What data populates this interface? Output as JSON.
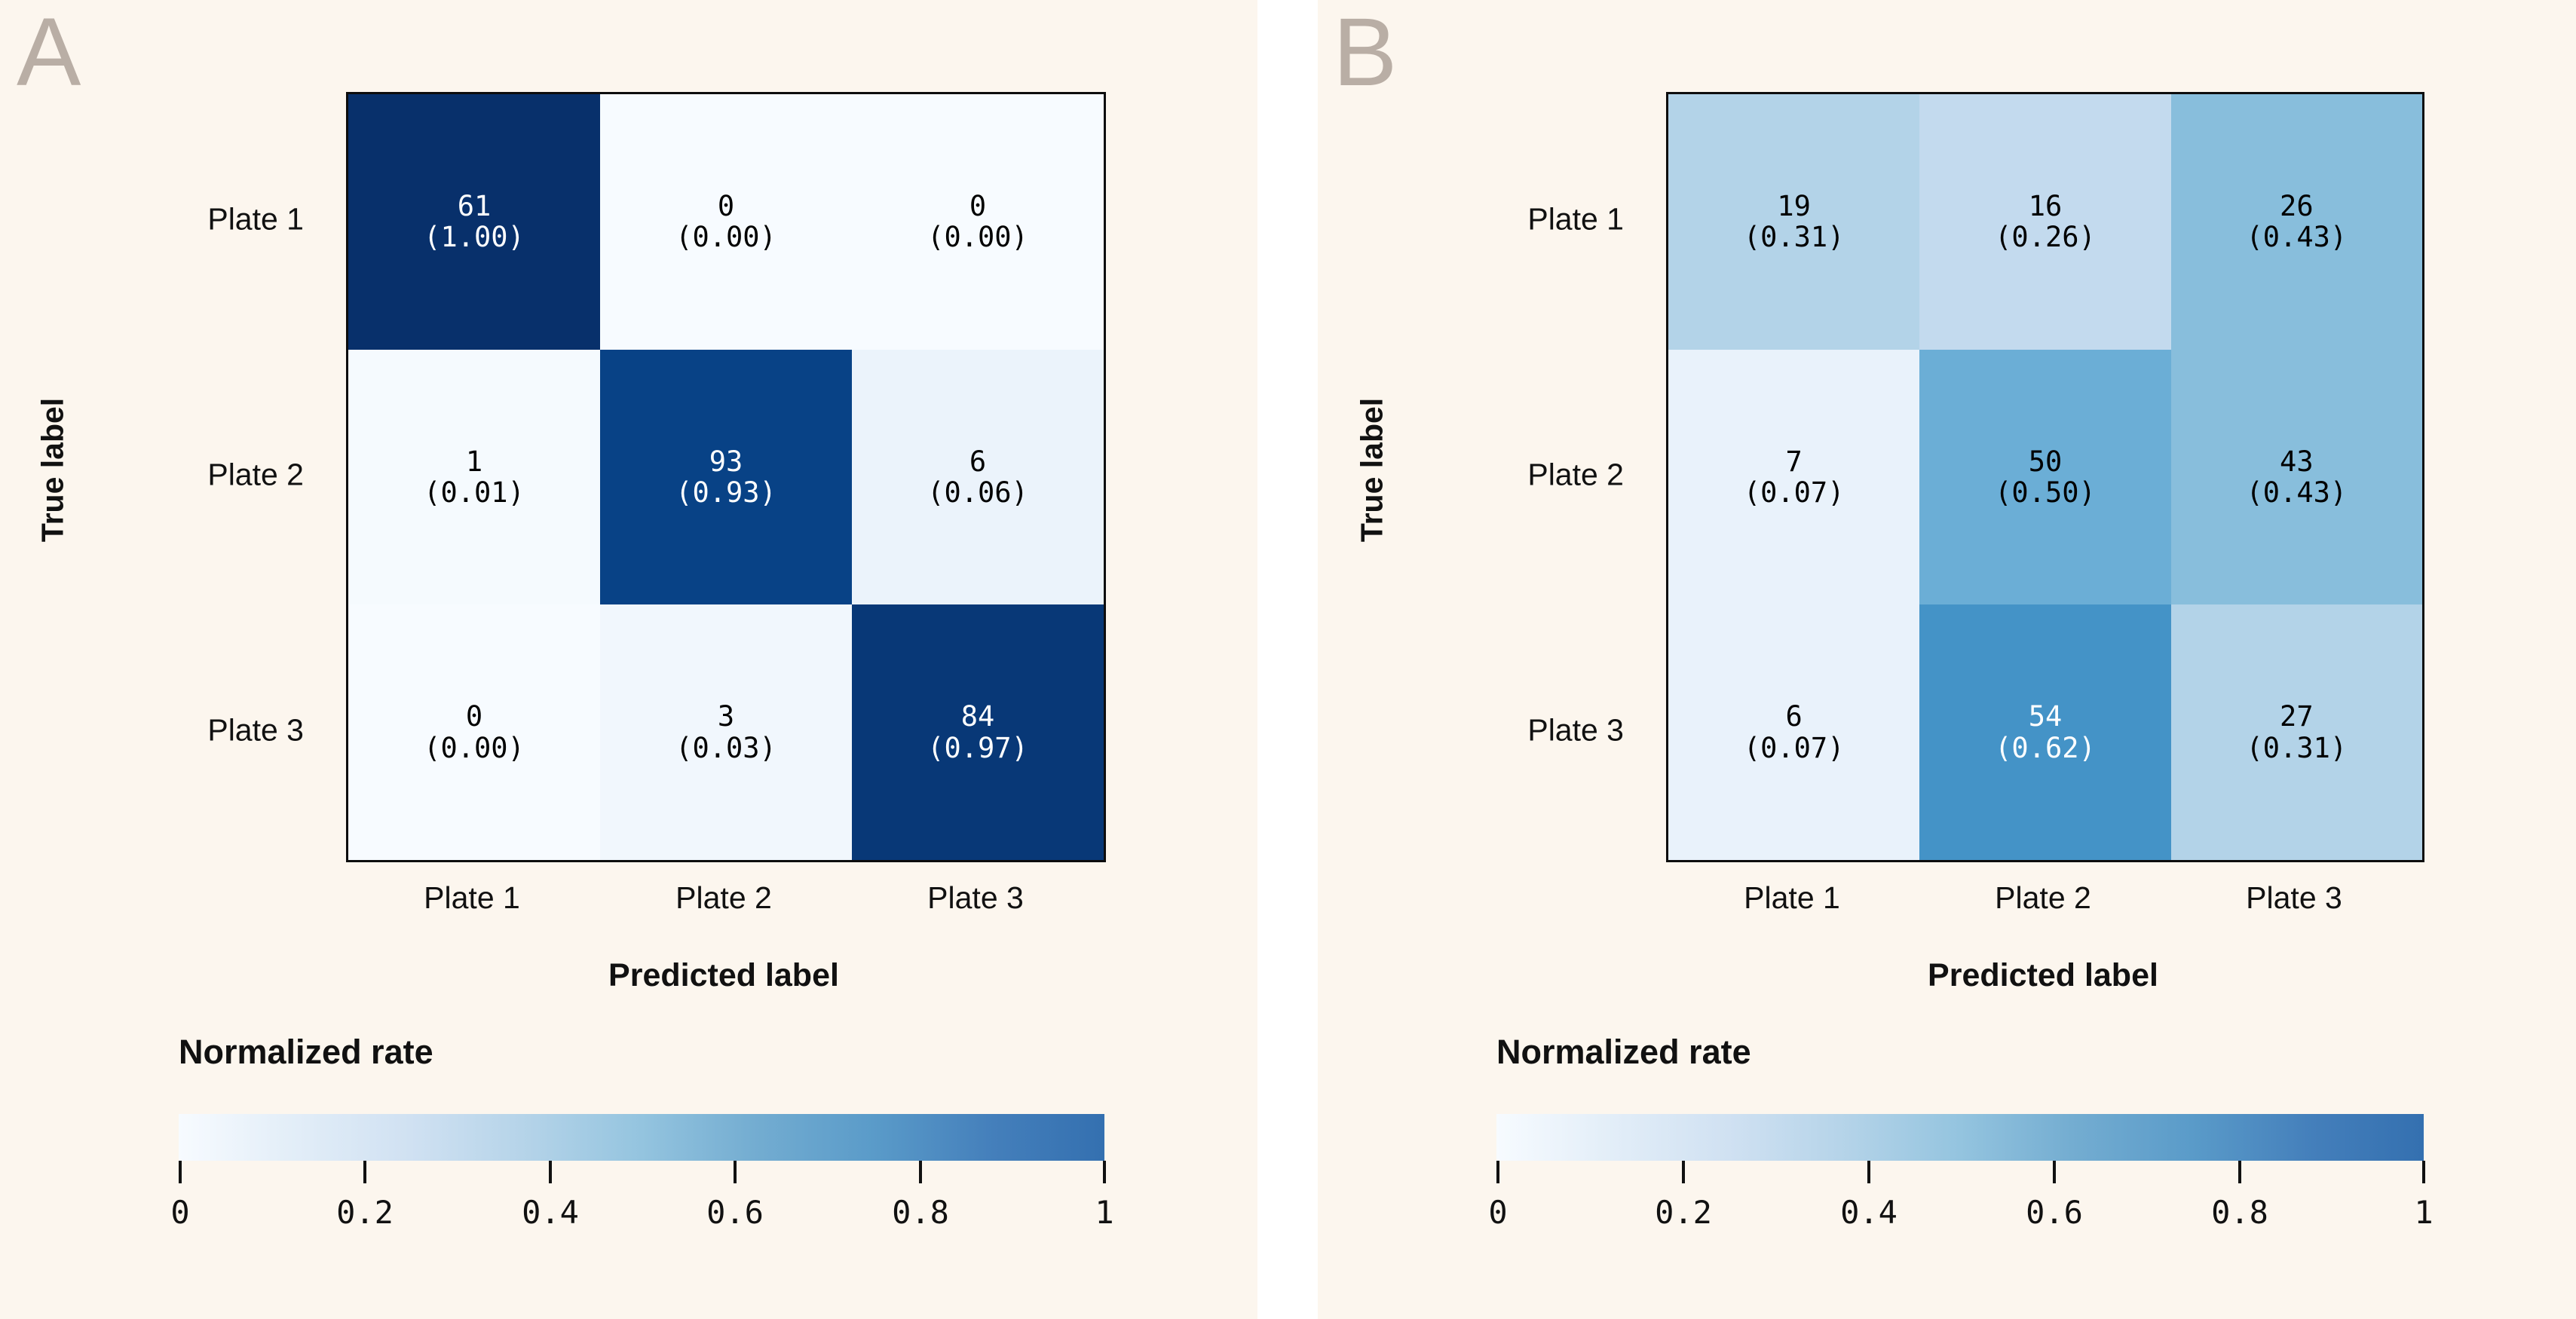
{
  "figure": {
    "background_color": "#fcf6ee",
    "divider_color": "#ffffff",
    "panel_letter_color": "#b9aea5"
  },
  "panels": [
    {
      "letter": "A",
      "axis": {
        "ylabel": "True label",
        "xlabel": "Predicted label",
        "yticks": [
          "Plate 1",
          "Plate 2",
          "Plate 3"
        ],
        "xticks": [
          "Plate 1",
          "Plate 2",
          "Plate 3"
        ]
      },
      "cells": [
        [
          {
            "count": "61",
            "rate": "(1.00)",
            "value": 1.0
          },
          {
            "count": "0",
            "rate": "(0.00)",
            "value": 0.0
          },
          {
            "count": "0",
            "rate": "(0.00)",
            "value": 0.0
          }
        ],
        [
          {
            "count": "1",
            "rate": "(0.01)",
            "value": 0.01
          },
          {
            "count": "93",
            "rate": "(0.93)",
            "value": 0.93
          },
          {
            "count": "6",
            "rate": "(0.06)",
            "value": 0.06
          }
        ],
        [
          {
            "count": "0",
            "rate": "(0.00)",
            "value": 0.0
          },
          {
            "count": "3",
            "rate": "(0.03)",
            "value": 0.03
          },
          {
            "count": "84",
            "rate": "(0.97)",
            "value": 0.97
          }
        ]
      ],
      "colorbar": {
        "title": "Normalized rate",
        "ticklabels": [
          "0",
          "0.2",
          "0.4",
          "0.6",
          "0.8",
          "1"
        ],
        "tickvalues": [
          0,
          0.2,
          0.4,
          0.6,
          0.8,
          1
        ],
        "vmin": 0,
        "vmax": 1
      }
    },
    {
      "letter": "B",
      "axis": {
        "ylabel": "True label",
        "xlabel": "Predicted label",
        "yticks": [
          "Plate 1",
          "Plate 2",
          "Plate 3"
        ],
        "xticks": [
          "Plate 1",
          "Plate 2",
          "Plate 3"
        ]
      },
      "cells": [
        [
          {
            "count": "19",
            "rate": "(0.31)",
            "value": 0.31
          },
          {
            "count": "16",
            "rate": "(0.26)",
            "value": 0.26
          },
          {
            "count": "26",
            "rate": "(0.43)",
            "value": 0.43
          }
        ],
        [
          {
            "count": "7",
            "rate": "(0.07)",
            "value": 0.07
          },
          {
            "count": "50",
            "rate": "(0.50)",
            "value": 0.5
          },
          {
            "count": "43",
            "rate": "(0.43)",
            "value": 0.43
          }
        ],
        [
          {
            "count": "6",
            "rate": "(0.07)",
            "value": 0.07
          },
          {
            "count": "54",
            "rate": "(0.62)",
            "value": 0.62
          },
          {
            "count": "27",
            "rate": "(0.31)",
            "value": 0.31
          }
        ]
      ],
      "colorbar": {
        "title": "Normalized rate",
        "ticklabels": [
          "0",
          "0.2",
          "0.4",
          "0.6",
          "0.8",
          "1"
        ],
        "tickvalues": [
          0,
          0.2,
          0.4,
          0.6,
          0.8,
          1
        ],
        "vmin": 0,
        "vmax": 1
      }
    }
  ],
  "chart_data": {
    "type": "heatmap",
    "title": "",
    "subtitle": "",
    "description": "Two confusion-matrix heatmaps (panels A and B) over three classes, colored with the Blues colormap scaled 0-1; each cell shows the raw count and, in parentheses, the row-normalized rate.",
    "xlabel": "Predicted label",
    "ylabel": "True label",
    "categories_x": [
      "Plate 1",
      "Plate 2",
      "Plate 3"
    ],
    "categories_y": [
      "Plate 1",
      "Plate 2",
      "Plate 3"
    ],
    "colorbar_label": "Normalized rate",
    "colorbar_ticks": [
      0,
      0.2,
      0.4,
      0.6,
      0.8,
      1
    ],
    "zlim": [
      0,
      1
    ],
    "grid": false,
    "legend_position": "below each panel",
    "panels": [
      {
        "name": "A",
        "counts": [
          [
            61,
            0,
            0
          ],
          [
            1,
            93,
            6
          ],
          [
            0,
            3,
            84
          ]
        ],
        "normalized": [
          [
            1.0,
            0.0,
            0.0
          ],
          [
            0.01,
            0.93,
            0.06
          ],
          [
            0.0,
            0.03,
            0.97
          ]
        ]
      },
      {
        "name": "B",
        "counts": [
          [
            19,
            16,
            26
          ],
          [
            7,
            50,
            43
          ],
          [
            6,
            54,
            27
          ]
        ],
        "normalized": [
          [
            0.31,
            0.26,
            0.43
          ],
          [
            0.07,
            0.5,
            0.43
          ],
          [
            0.07,
            0.62,
            0.31
          ]
        ]
      }
    ]
  }
}
